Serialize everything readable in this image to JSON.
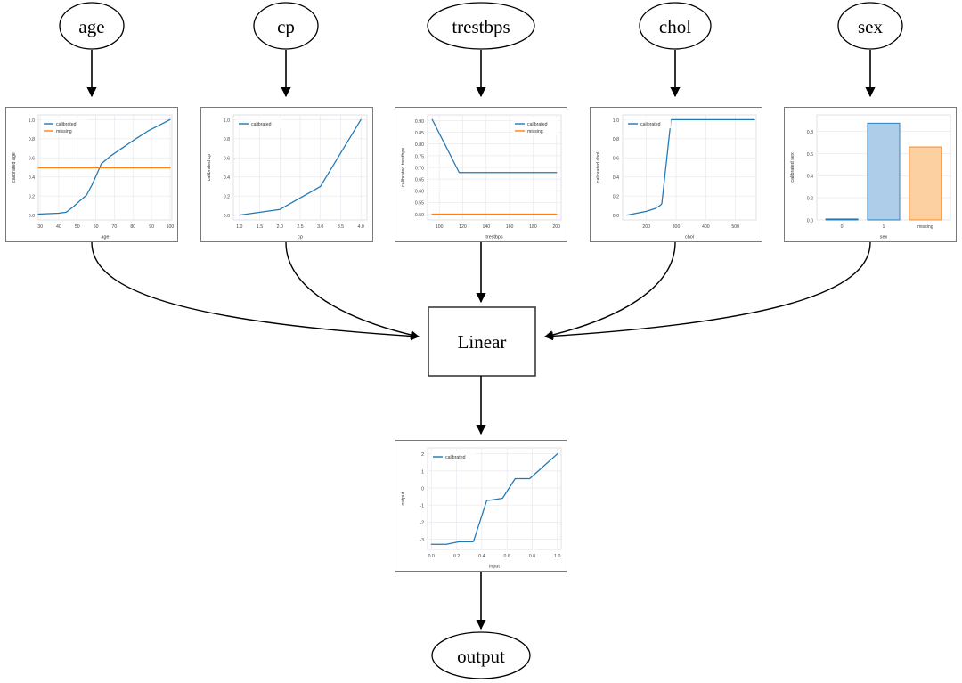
{
  "diagram": {
    "type": "feature-calibration-graph",
    "input_nodes": [
      {
        "id": "age",
        "label": "age"
      },
      {
        "id": "cp",
        "label": "cp"
      },
      {
        "id": "trestbps",
        "label": "trestbps"
      },
      {
        "id": "chol",
        "label": "chol"
      },
      {
        "id": "sex",
        "label": "sex"
      }
    ],
    "linear_node": {
      "label": "Linear"
    },
    "output_node": {
      "label": "output"
    },
    "legend_labels": {
      "calibrated": "calibrated",
      "missing": "missing"
    },
    "colors": {
      "calibrated": "#1f77b4",
      "missing": "#ff7f0e",
      "bar_blue_fill": "#aecde8",
      "bar_orange_fill": "#fdd0a2",
      "panel_border": "#7a7a7a",
      "grid": "#e8e8ef",
      "edge": "#000000"
    }
  },
  "chart_data": [
    {
      "id": "age",
      "type": "line",
      "title": "",
      "xlabel": "age",
      "ylabel": "calibrated age",
      "xlim": [
        29,
        101
      ],
      "ylim": [
        -0.05,
        1.05
      ],
      "xticks": [
        30,
        40,
        50,
        60,
        70,
        80,
        90,
        100
      ],
      "yticks": [
        0.0,
        0.2,
        0.4,
        0.6,
        0.8,
        1.0
      ],
      "grid": true,
      "legend": [
        "calibrated",
        "missing"
      ],
      "legend_position": "upper left",
      "series": [
        {
          "name": "calibrated",
          "color": "#1f77b4",
          "x": [
            29,
            40,
            44,
            48,
            52,
            55,
            58,
            61,
            63,
            64,
            68,
            74,
            80,
            88,
            94,
            100
          ],
          "y": [
            0.01,
            0.02,
            0.03,
            0.09,
            0.16,
            0.21,
            0.32,
            0.45,
            0.54,
            0.555,
            0.62,
            0.7,
            0.78,
            0.88,
            0.94,
            1.0
          ]
        },
        {
          "name": "missing",
          "color": "#ff7f0e",
          "x": [
            29,
            100
          ],
          "y": [
            0.495,
            0.495
          ]
        }
      ]
    },
    {
      "id": "cp",
      "type": "line",
      "title": "",
      "xlabel": "cp",
      "ylabel": "calibrated cp",
      "xlim": [
        0.85,
        4.15
      ],
      "ylim": [
        -0.05,
        1.05
      ],
      "xticks": [
        1.0,
        1.5,
        2.0,
        2.5,
        3.0,
        3.5,
        4.0
      ],
      "yticks": [
        0.0,
        0.2,
        0.4,
        0.6,
        0.8,
        1.0
      ],
      "grid": true,
      "legend": [
        "calibrated"
      ],
      "legend_position": "upper left",
      "series": [
        {
          "name": "calibrated",
          "color": "#1f77b4",
          "x": [
            1.0,
            2.0,
            3.0,
            4.0
          ],
          "y": [
            0.0,
            0.06,
            0.3,
            1.0
          ]
        }
      ]
    },
    {
      "id": "trestbps",
      "type": "line",
      "title": "",
      "xlabel": "trestbps",
      "ylabel": "calibrated trestbps",
      "xlim": [
        90,
        204
      ],
      "ylim": [
        0.475,
        0.925
      ],
      "xticks": [
        100,
        120,
        140,
        160,
        180,
        200
      ],
      "yticks": [
        0.5,
        0.55,
        0.6,
        0.65,
        0.7,
        0.75,
        0.8,
        0.85,
        0.9
      ],
      "grid": true,
      "legend": [
        "calibrated",
        "missing"
      ],
      "legend_position": "upper right",
      "series": [
        {
          "name": "calibrated",
          "color": "#1f77b4",
          "x": [
            94,
            117,
            200
          ],
          "y": [
            0.905,
            0.678,
            0.678
          ]
        },
        {
          "name": "missing",
          "color": "#ff7f0e",
          "x": [
            94,
            200
          ],
          "y": [
            0.5,
            0.5
          ]
        }
      ]
    },
    {
      "id": "chol",
      "type": "line",
      "title": "",
      "xlabel": "chol",
      "ylabel": "calibrated chol",
      "xlim": [
        120,
        570
      ],
      "ylim": [
        -0.05,
        1.05
      ],
      "xticks": [
        200,
        300,
        400,
        500
      ],
      "yticks": [
        0.0,
        0.2,
        0.4,
        0.6,
        0.8,
        1.0
      ],
      "grid": true,
      "legend": [
        "calibrated"
      ],
      "legend_position": "upper left",
      "series": [
        {
          "name": "calibrated",
          "color": "#1f77b4",
          "x": [
            135,
            200,
            230,
            248,
            252,
            283,
            564
          ],
          "y": [
            0.0,
            0.04,
            0.07,
            0.105,
            0.12,
            1.0,
            1.0
          ]
        }
      ]
    },
    {
      "id": "sex",
      "type": "bar",
      "title": "",
      "xlabel": "sex",
      "ylabel": "calibrated sex",
      "categories": [
        "0",
        "1",
        "missing"
      ],
      "values": [
        0.005,
        0.875,
        0.66
      ],
      "colors": [
        "#1f77b4",
        "#aecde8",
        "#fdd0a2"
      ],
      "edge_colors": [
        "#1f77b4",
        "#1f77b4",
        "#ff7f0e"
      ],
      "yticks": [
        0.0,
        0.2,
        0.4,
        0.6,
        0.8
      ],
      "ylim": [
        0,
        0.95
      ],
      "grid": true,
      "legend": []
    },
    {
      "id": "output",
      "type": "line",
      "title": "",
      "xlabel": "input",
      "ylabel": "output",
      "xlim": [
        -0.03,
        1.03
      ],
      "ylim": [
        -3.6,
        2.35
      ],
      "xticks": [
        0.0,
        0.2,
        0.4,
        0.6,
        0.8,
        1.0
      ],
      "yticks": [
        -3,
        -2,
        -1,
        0,
        1,
        2
      ],
      "grid": true,
      "legend": [
        "calibrated"
      ],
      "legend_position": "upper left",
      "series": [
        {
          "name": "calibrated",
          "color": "#1f77b4",
          "x": [
            0.0,
            0.12,
            0.22,
            0.33,
            0.335,
            0.44,
            0.46,
            0.55,
            0.565,
            0.665,
            0.78,
            1.0
          ],
          "y": [
            -3.3,
            -3.3,
            -3.15,
            -3.15,
            -3.12,
            -0.72,
            -0.72,
            -0.62,
            -0.6,
            0.55,
            0.55,
            2.0
          ]
        }
      ]
    }
  ]
}
